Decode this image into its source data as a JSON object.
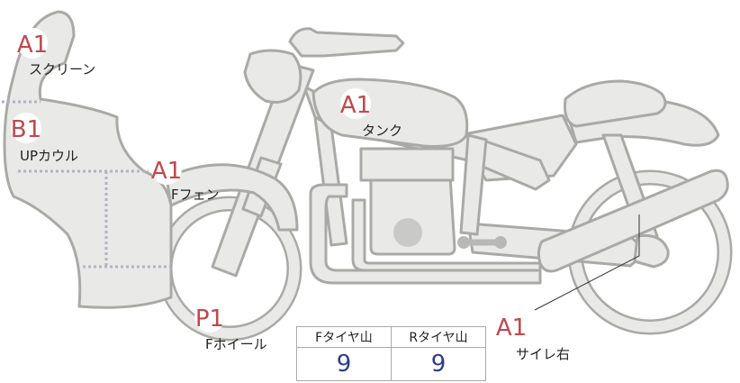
{
  "parts": [
    {
      "key": "screen",
      "code": "A1",
      "label": "スクリーン"
    },
    {
      "key": "upper-cowl",
      "code": "B1",
      "label": "UPカウル"
    },
    {
      "key": "front-fender",
      "code": "A1",
      "label": "Fフェン"
    },
    {
      "key": "tank",
      "code": "A1",
      "label": "タンク"
    },
    {
      "key": "front-wheel",
      "code": "P1",
      "label": "Fホイール"
    },
    {
      "key": "muffler-right",
      "code": "A1",
      "label": "サイレ右"
    }
  ],
  "tread_table": {
    "front_header": "Fタイヤ山",
    "rear_header": "Rタイヤ山",
    "front_value": "9",
    "rear_value": "9"
  },
  "colors": {
    "body_fill": "#e9e9e7",
    "outline": "#a9a9a6",
    "code_text": "#c0484c",
    "value_text": "#2d3d8a"
  }
}
